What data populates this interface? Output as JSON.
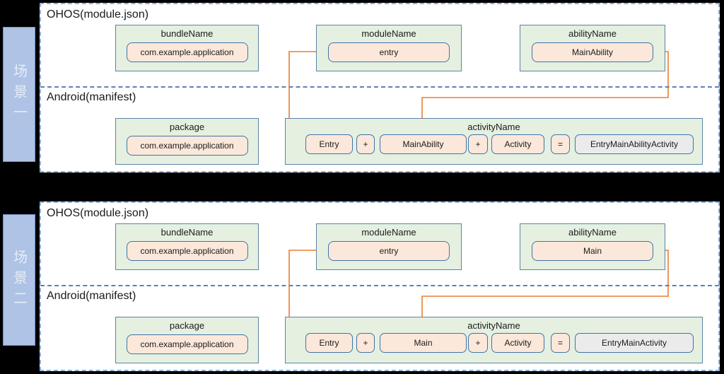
{
  "colors": {
    "canvas_bg": "#000000",
    "panel_bg": "#ffffff",
    "panel_border": "#8fb0d9",
    "divider": "#5b83b5",
    "green_fill": "#e5f0e1",
    "green_border": "#5b84a5",
    "orange_fill": "#fce8da",
    "orange_border": "#4173a8",
    "gray_fill": "#ebebeb",
    "gray_border": "#4173a8",
    "arrow": "#ed7d31",
    "side_label_fill": "#aec3e5",
    "side_label_border": "#7590c0",
    "side_label_text": "#e7edf8",
    "text": "#1b1b1b"
  },
  "scenarios": [
    {
      "side_label": "场景一",
      "ohos_title": "OHOS(module.json)",
      "android_title": "Android(manifest)",
      "bundle": {
        "label": "bundleName",
        "value": "com.example.application"
      },
      "module": {
        "label": "moduleName",
        "value": "entry"
      },
      "ability": {
        "label": "abilityName",
        "value": "MainAbility"
      },
      "package": {
        "label": "package",
        "value": "com.example.application"
      },
      "activity": {
        "label": "activityName",
        "parts": [
          "Entry",
          "+",
          "MainAbility",
          "+",
          "Activity",
          "=",
          "EntryMainAbilityActivity"
        ]
      }
    },
    {
      "side_label": "场景二",
      "ohos_title": "OHOS(module.json)",
      "android_title": "Android(manifest)",
      "bundle": {
        "label": "bundleName",
        "value": "com.example.application"
      },
      "module": {
        "label": "moduleName",
        "value": "entry"
      },
      "ability": {
        "label": "abilityName",
        "value": "Main"
      },
      "package": {
        "label": "package",
        "value": "com.example.application"
      },
      "activity": {
        "label": "activityName",
        "parts": [
          "Entry",
          "+",
          "Main",
          "+",
          "Activity",
          "=",
          "EntryMainActivity"
        ]
      }
    }
  ]
}
